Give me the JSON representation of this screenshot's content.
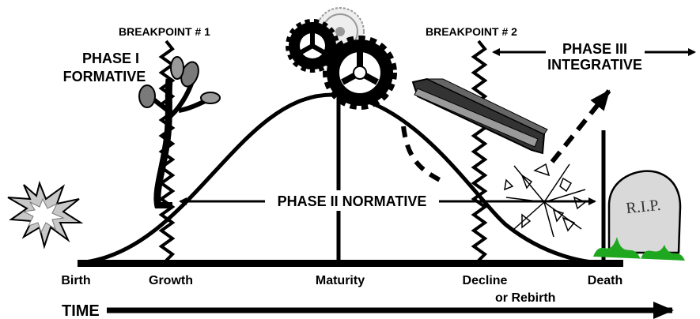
{
  "labels": {
    "breakpoint_1": "BREAKPOINT # 1",
    "breakpoint_2": "BREAKPOINT # 2",
    "phase_1_line1": "PHASE I",
    "phase_1_line2": "FORMATIVE",
    "phase_2": "PHASE II NORMATIVE",
    "phase_3_line1": "PHASE III",
    "phase_3_line2": "INTEGRATIVE",
    "stages": [
      "Birth",
      "Growth",
      "Maturity",
      "Decline",
      "Death"
    ],
    "or_rebirth": "or Rebirth",
    "time": "TIME",
    "tombstone": "R.I.P."
  },
  "icons": {
    "birth": "starburst-icon",
    "growth": "plant-icon",
    "maturity": "gears-icon",
    "decline": "steel-beam-icon",
    "death": "tombstone-icon",
    "rebirth": "shattered-glass-icon"
  },
  "colors": {
    "ink": "#000000",
    "burst": "#c8c8c8",
    "stone": "#d9d9d9",
    "grass": "#1fa81f",
    "plant": "#7a7a7a"
  }
}
